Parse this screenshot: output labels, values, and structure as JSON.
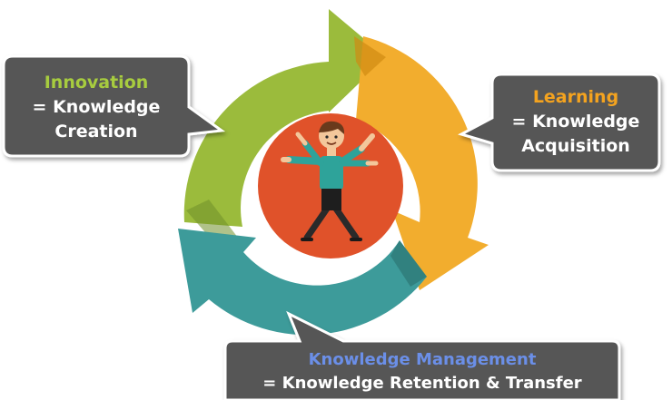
{
  "colors": {
    "green": "#9bbb3c",
    "orange": "#f2ad2e",
    "teal": "#3d9b9a",
    "hub": "#e0522a",
    "callout_bg": "#565656",
    "innovation_heading": "#a7cc3f",
    "learning_heading": "#f4a31f",
    "km_heading": "#6b8fe8"
  },
  "callouts": {
    "innovation": {
      "heading": "Innovation",
      "line1": "= Knowledge",
      "line2": "Creation"
    },
    "learning": {
      "heading": "Learning",
      "line1": "= Knowledge",
      "line2": "Acquisition"
    },
    "knowledge_management": {
      "heading": "Knowledge Management",
      "line1": "= Knowledge Retention & Transfer"
    }
  },
  "icons": {
    "center": "person-arms-raised-icon"
  }
}
